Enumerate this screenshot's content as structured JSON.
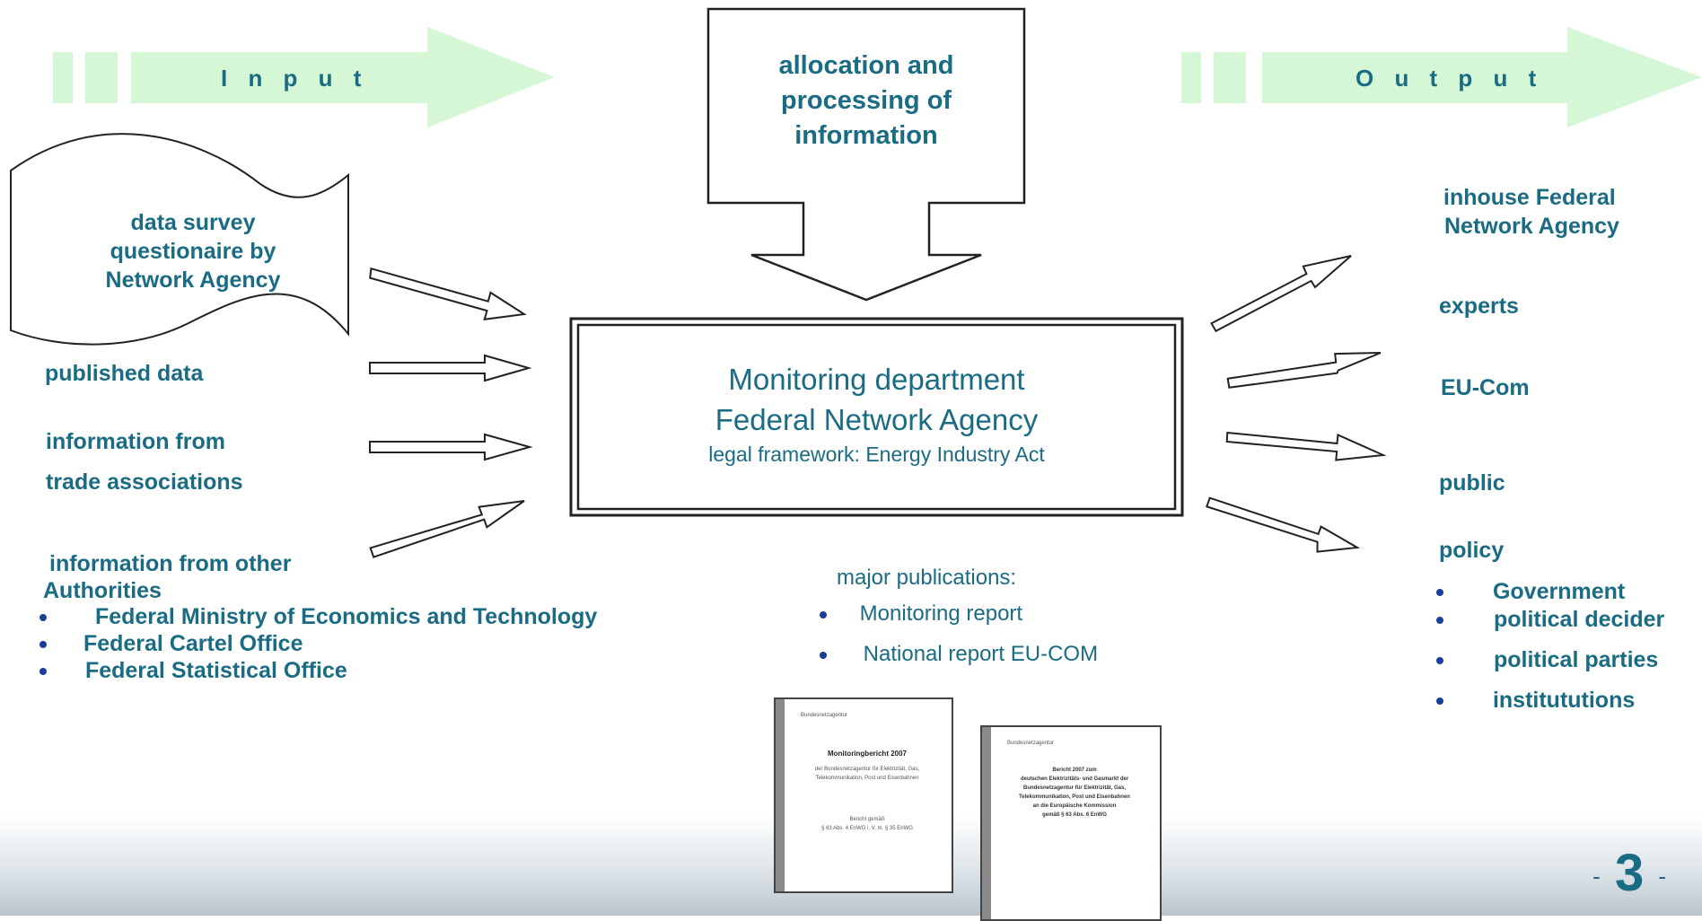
{
  "input_banner": {
    "label": "I n p u t"
  },
  "output_banner": {
    "label": "O u t p u t"
  },
  "top_box": {
    "lines": [
      "allocation and",
      "processing of",
      "information"
    ]
  },
  "survey_box": {
    "lines": [
      "data survey",
      "questionaire by",
      "Network Agency"
    ]
  },
  "sources": {
    "published": "published data",
    "assoc_line1": "information from",
    "assoc_line2": "trade associations",
    "authorities_line1": "information from other",
    "authorities_line2": "Authorities",
    "authorities_items": [
      "Federal Ministry of Economics and Technology",
      "Federal Cartel Office",
      "Federal Statistical Office"
    ]
  },
  "center": {
    "title1": "Monitoring department",
    "title2": "Federal Network Agency",
    "subtitle": "legal framework: Energy Industry Act"
  },
  "publications": {
    "heading": "major publications:",
    "items": [
      "Monitoring report",
      "National report EU-COM"
    ]
  },
  "outputs": {
    "inhouse_line1": "inhouse Federal",
    "inhouse_line2": "Network Agency",
    "experts": "experts",
    "eucom": "EU-Com",
    "public": "public",
    "policy": "policy",
    "policy_items": [
      "Government",
      "political decider",
      "political parties",
      "institututions"
    ]
  },
  "documents": {
    "doc1": {
      "header": "Bundesnetzagentur",
      "title": "Monitoringbericht 2007",
      "sub_line1": "der Bundesnetzagentur für Elektrizität, Gas,",
      "sub_line2": "Telekommunikation, Post und Eisenbahnen",
      "foot_line1": "Bericht gemäß",
      "foot_line2": "§ 63 Abs. 4 EnWG i. V. m. § 35 EnWG"
    },
    "doc2": {
      "header": "Bundesnetzagentur",
      "lines": [
        "Bericht 2007 zum",
        "deutschen Elektrizitäts- und Gasmarkt der",
        "Bundesnetzagentur für Elektrizität, Gas,",
        "Telekommunikation, Post und Eisenbahnen",
        "an die Europäische Kommission",
        "gemäß § 63 Abs. 6 EnWG"
      ]
    }
  },
  "page_number": "3",
  "colors": {
    "text": "#1a6b84",
    "banner": "#d6f7d6",
    "bullet": "#1b3e9c"
  }
}
